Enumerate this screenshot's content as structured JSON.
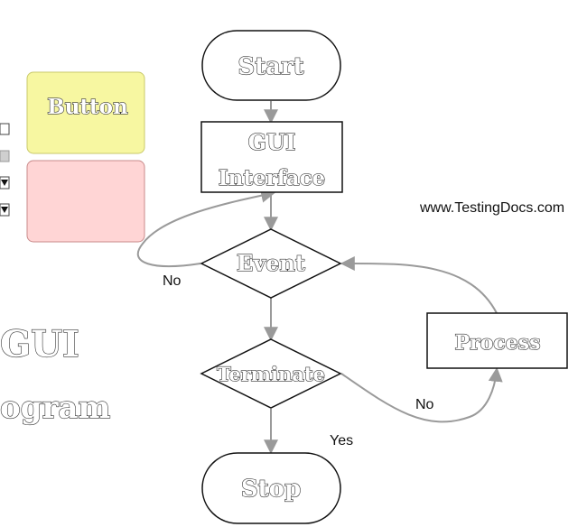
{
  "website": "www.TestingDocs.com",
  "left_panel": {
    "button_label": "Button",
    "button_color": "#f7f7a1",
    "button_border": "#c9c96a",
    "pink_color": "#ffd5d5",
    "pink_border": "#c98a8a",
    "title_line1": "GUI",
    "title_line2": "ogram"
  },
  "nodes": {
    "start": "Start",
    "gui_line1": "GUI",
    "gui_line2": "Interface",
    "event": "Event",
    "terminate": "Terminate",
    "process": "Process",
    "stop": "Stop"
  },
  "edges": {
    "no_event": "No",
    "no_terminate": "No",
    "yes_terminate": "Yes"
  }
}
